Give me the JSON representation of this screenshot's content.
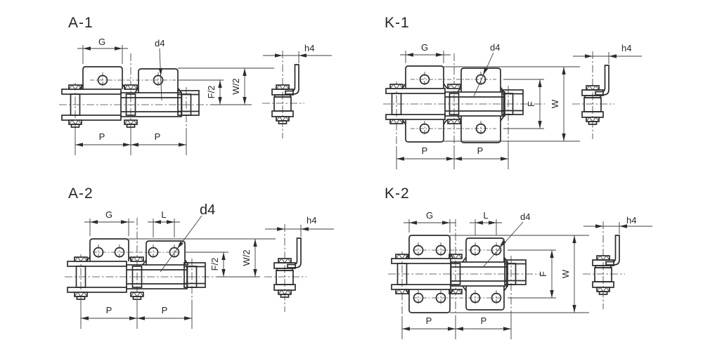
{
  "sheet": {
    "description": "Roller chain attachment drawings",
    "colors": {
      "background": "#ffffff",
      "line": "#2d2d2d"
    }
  },
  "drawings": {
    "a1": {
      "title": "A-1",
      "labels": {
        "g": "G",
        "d4": "d4",
        "f_half": "F/2",
        "w_half": "W/2",
        "p_left": "P",
        "p_right": "P",
        "h4": "h4"
      }
    },
    "k1": {
      "title": "K-1",
      "labels": {
        "g": "G",
        "d4": "d4",
        "f": "F",
        "w": "W",
        "p_left": "P",
        "p_right": "P",
        "h4": "h4"
      }
    },
    "a2": {
      "title": "A-2",
      "labels": {
        "g": "G",
        "l": "L",
        "d4": "d4",
        "f_half": "F/2",
        "w_half": "W/2",
        "p_left": "P",
        "p_right": "P",
        "h4": "h4"
      }
    },
    "k2": {
      "title": "K-2",
      "labels": {
        "g": "G",
        "l": "L",
        "d4": "d4",
        "f": "F",
        "w": "W",
        "p_left": "P",
        "p_right": "P",
        "h4": "h4"
      }
    }
  }
}
